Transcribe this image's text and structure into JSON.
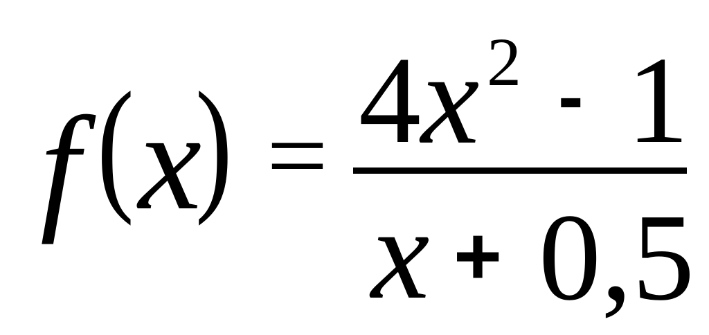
{
  "formula": {
    "lhs": {
      "function_name": "f",
      "open_paren": "(",
      "variable": "x",
      "close_paren": ")"
    },
    "equals": "=",
    "numerator": {
      "coefficient": "4",
      "variable": "x",
      "exponent": "2",
      "operator": "-",
      "constant": "1"
    },
    "denominator": {
      "variable": "x",
      "operator": "+",
      "constant": "0,5"
    }
  }
}
